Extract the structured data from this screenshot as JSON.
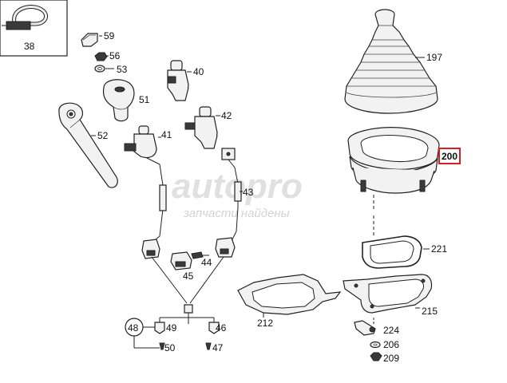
{
  "diagram": {
    "callouts": {
      "p38": "38",
      "p59": "59",
      "p56": "56",
      "p53": "53",
      "p51": "51",
      "p52": "52",
      "p40": "40",
      "p42": "42",
      "p41": "41",
      "p43": "43",
      "p44": "44",
      "p45": "45",
      "p48": "48",
      "p49": "49",
      "p50": "50",
      "p46": "46",
      "p47": "47",
      "p197": "197",
      "p200": "200",
      "p221": "221",
      "p215": "215",
      "p212": "212",
      "p224": "224",
      "p206": "206",
      "p209": "209"
    },
    "highlight_color": "#d62020",
    "watermark": {
      "brand": "autopro",
      "tagline": "запчасти найдены"
    }
  }
}
